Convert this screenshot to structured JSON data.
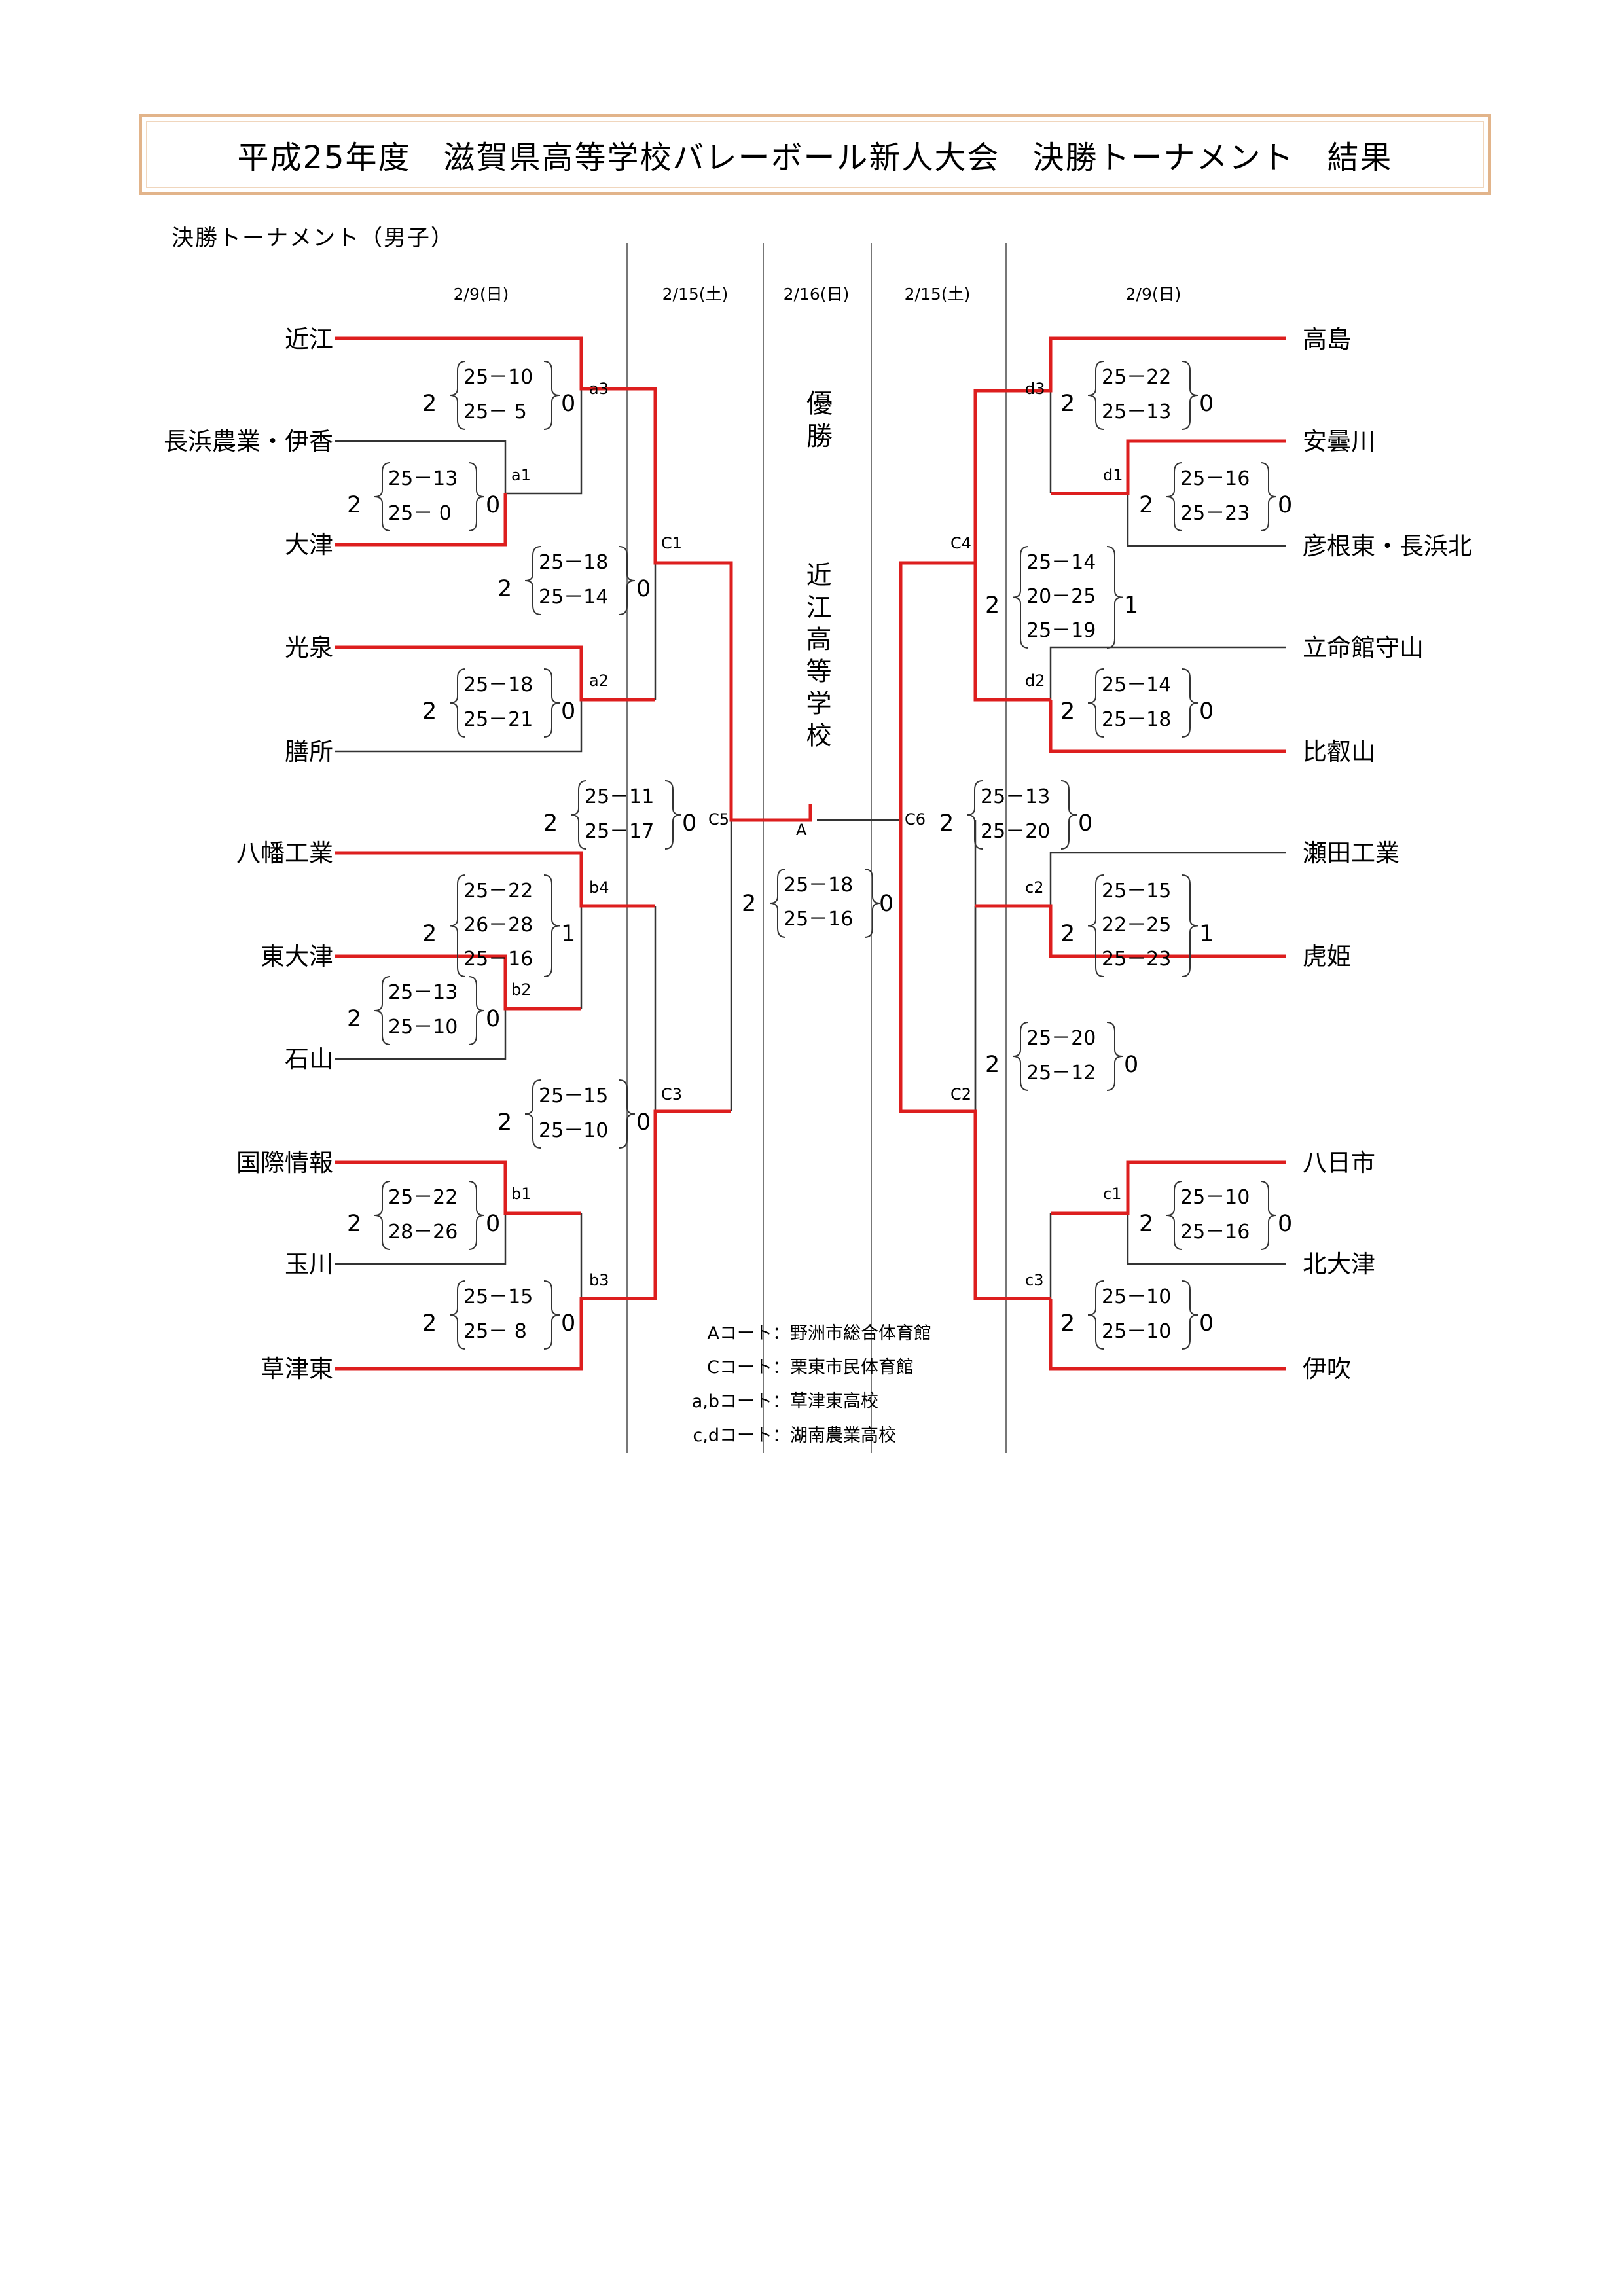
{
  "title": "平成25年度　滋賀県高等学校バレーボール新人大会　決勝トーナメント　結果",
  "section_title": "決勝トーナメント（男子）",
  "dates": [
    "2/9(日)",
    "2/15(土)",
    "2/16(日)",
    "2/15(土)",
    "2/9(日)"
  ],
  "left_teams": [
    "近江",
    "長浜農業・伊香",
    "大津",
    "光泉",
    "膳所",
    "八幡工業",
    "東大津",
    "石山",
    "国際情報",
    "玉川",
    "草津東"
  ],
  "right_teams": [
    "高島",
    "安曇川",
    "彦根東・長浜北",
    "立命館守山",
    "比叡山",
    "瀬田工業",
    "虎姫",
    "八日市",
    "北大津",
    "伊吹"
  ],
  "final": {
    "label": "A",
    "winner_label": "優勝",
    "winner": "近江高等学校",
    "score_left": "2",
    "score_right": "0",
    "sets": [
      "25－18",
      "25－16"
    ]
  },
  "matches": [
    {
      "code": "a1",
      "score_left": "2",
      "score_right": "0",
      "sets": [
        "25－13",
        "25－ 0"
      ]
    },
    {
      "code": "a2",
      "score_left": "2",
      "score_right": "0",
      "sets": [
        "25－18",
        "25－21"
      ]
    },
    {
      "code": "a3",
      "score_left": "2",
      "score_right": "0",
      "sets": [
        "25－10",
        "25－ 5"
      ]
    },
    {
      "code": "C1",
      "score_left": "2",
      "score_right": "0",
      "sets": [
        "25－18",
        "25－14"
      ]
    },
    {
      "code": "b1",
      "score_left": "2",
      "score_right": "0",
      "sets": [
        "25－22",
        "28－26"
      ]
    },
    {
      "code": "b2",
      "score_left": "2",
      "score_right": "0",
      "sets": [
        "25－13",
        "25－10"
      ]
    },
    {
      "code": "b3",
      "score_left": "2",
      "score_right": "0",
      "sets": [
        "25－15",
        "25－ 8"
      ]
    },
    {
      "code": "b4",
      "score_left": "2",
      "score_right": "1",
      "sets": [
        "25－22",
        "26－28",
        "25－16"
      ]
    },
    {
      "code": "C3",
      "score_left": "2",
      "score_right": "0",
      "sets": [
        "25－15",
        "25－10"
      ]
    },
    {
      "code": "C5",
      "score_left": "2",
      "score_right": "0",
      "sets": [
        "25－11",
        "25－17"
      ]
    },
    {
      "code": "d1",
      "score_left": "2",
      "score_right": "0",
      "sets": [
        "25－16",
        "25－23"
      ]
    },
    {
      "code": "d2",
      "score_left": "2",
      "score_right": "0",
      "sets": [
        "25－14",
        "25－18"
      ]
    },
    {
      "code": "d3",
      "score_left": "2",
      "score_right": "0",
      "sets": [
        "25－22",
        "25－13"
      ]
    },
    {
      "code": "C4",
      "score_left": "2",
      "score_right": "1",
      "sets": [
        "25－14",
        "20－25",
        "25－19"
      ]
    },
    {
      "code": "c1",
      "score_left": "2",
      "score_right": "0",
      "sets": [
        "25－10",
        "25－16"
      ]
    },
    {
      "code": "c2",
      "score_left": "2",
      "score_right": "1",
      "sets": [
        "25－15",
        "22－25",
        "25－23"
      ]
    },
    {
      "code": "c3",
      "score_left": "2",
      "score_right": "0",
      "sets": [
        "25－10",
        "25－10"
      ]
    },
    {
      "code": "C2",
      "score_left": "2",
      "score_right": "0",
      "sets": [
        "25－20",
        "25－12"
      ]
    },
    {
      "code": "C6",
      "score_left": "2",
      "score_right": "0",
      "sets": [
        "25－13",
        "25－20"
      ]
    }
  ],
  "venues": [
    {
      "court": "Aコート",
      "place": "野洲市総合体育館"
    },
    {
      "court": "Cコート",
      "place": "栗東市民体育館"
    },
    {
      "court": "a,bコート",
      "place": "草津東高校"
    },
    {
      "court": "c,dコート",
      "place": "湖南農業高校"
    }
  ],
  "colors": {
    "winner_line": "#dd1e1e",
    "line": "#333333",
    "divider": "#777777",
    "title_border": "#e2b48a"
  }
}
